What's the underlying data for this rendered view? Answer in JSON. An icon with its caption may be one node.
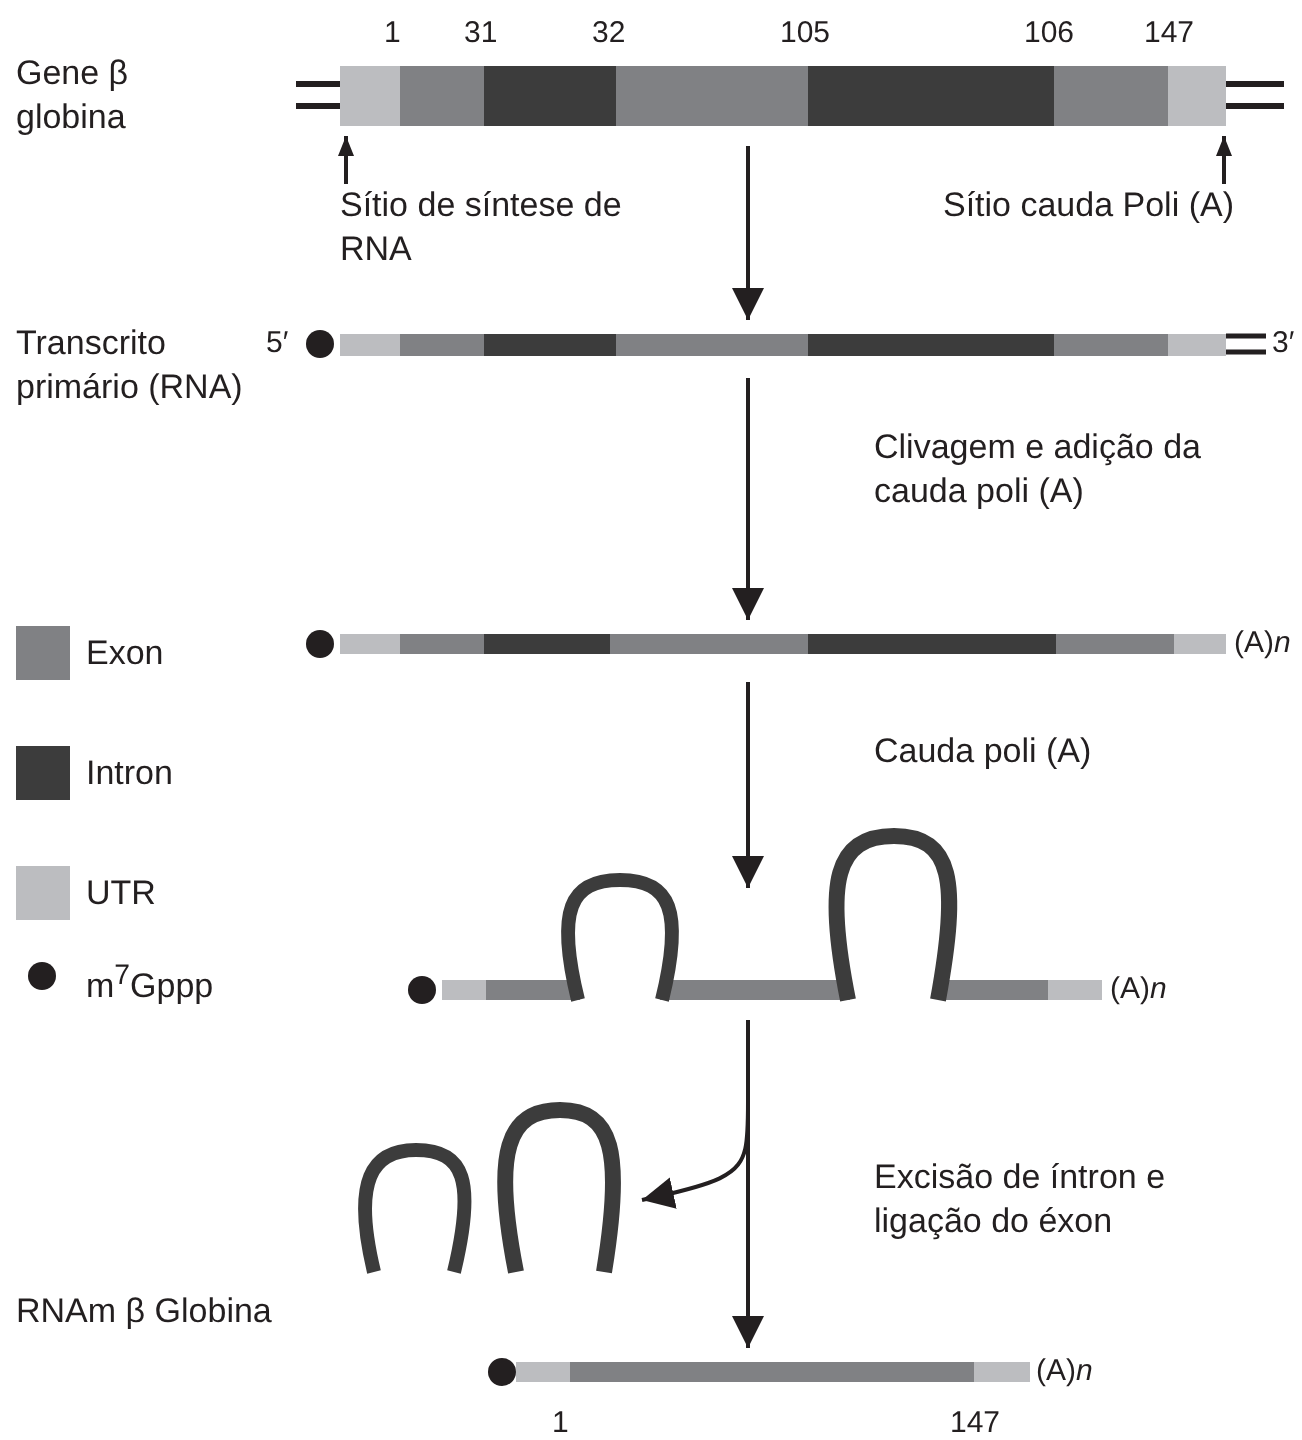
{
  "diagram": {
    "nodes": [
      {
        "text": [],
        "shape": "bar",
        "beside": [
          "1",
          "31",
          "32",
          "105",
          "106",
          "147"
        ]
      },
      {
        "text": [],
        "shape": "bar",
        "beside": [
          "5′",
          "3′"
        ]
      },
      {
        "text": [],
        "shape": "bar",
        "beside": [
          "(A)*n*"
        ]
      },
      {
        "text": [],
        "shape": "bar",
        "beside": [
          "(A)*n*"
        ]
      },
      {
        "text": [],
        "shape": "picture"
      },
      {
        "text": [],
        "shape": "bar",
        "beside": [
          "(A)*n*",
          "1",
          "147"
        ]
      },
      {
        "text": [
          "Sítio de síntese de RNA"
        ]
      },
      {
        "text": [
          "Sítio cauda Poli (A)"
        ]
      }
    ],
    "edges": [
      {
        "from": 0,
        "to": 1,
        "arrow": "to"
      },
      {
        "from": 1,
        "to": 2,
        "arrow": "to"
      },
      {
        "from": 2,
        "to": 3,
        "arrow": "to"
      },
      {
        "from": 3,
        "to": 4,
        "arrow": "to"
      },
      {
        "from": 3,
        "to": 5,
        "arrow": "to"
      },
      {
        "from": 6,
        "to": 0,
        "arrow": "to"
      },
      {
        "from": 7,
        "to": 0,
        "arrow": "to"
      }
    ],
    "labels": [
      "Gene β globina",
      "Transcrito primário (RNA)",
      "Clivagem e adição da cauda poli (A)",
      "Cauda poli (A)",
      "Excisão de íntron e ligação do éxon",
      "RNAm β Globina"
    ],
    "legend": [
      {
        "text": "Exon",
        "color": "#808184"
      },
      {
        "text": "Intron",
        "color": "#3c3c3c"
      },
      {
        "text": "UTR",
        "color": "#bcbdc0"
      },
      {
        "text": "m$^{7}$Gppp"
      }
    ]
  }
}
